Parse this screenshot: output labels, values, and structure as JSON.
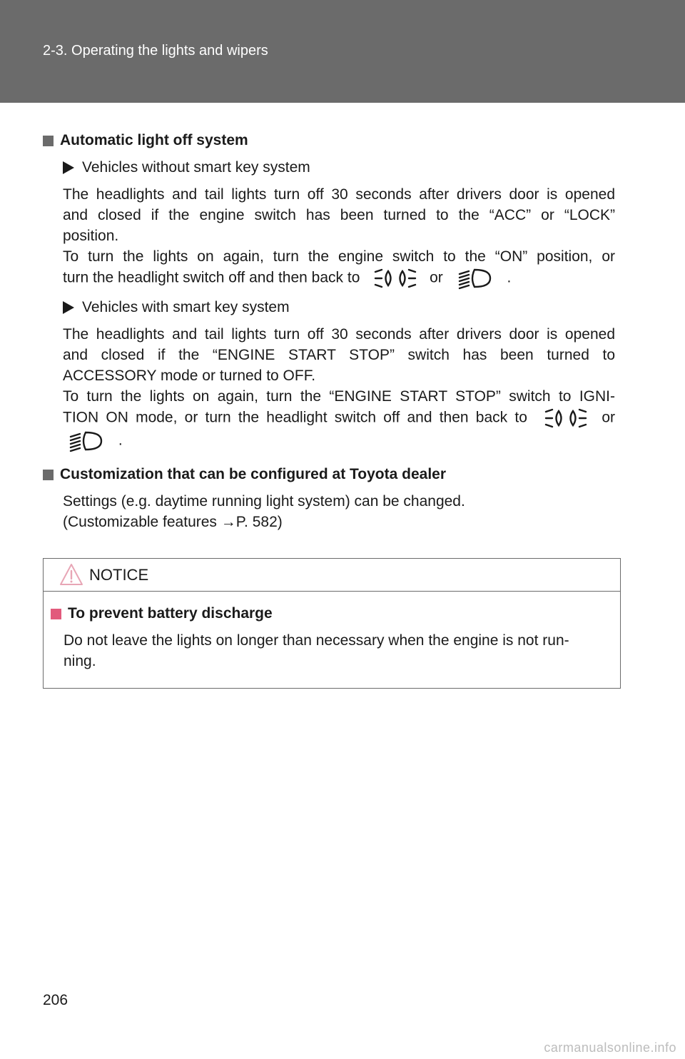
{
  "header": {
    "title": "2-3. Operating the lights and wipers"
  },
  "section1": {
    "heading": "Automatic light off system",
    "sub1": {
      "label": "Vehicles without smart key system",
      "lines": [
        "The headlights and tail lights turn off 30 seconds after drivers door is opened",
        "and closed if the engine switch has been turned to the “ACC” or “LOCK”",
        "position.",
        "To turn the lights on again, turn the engine switch to the “ON” position, or"
      ],
      "line5_start": "turn the headlight switch off and then back to",
      "or": "or",
      "end": "."
    },
    "sub2": {
      "label": "Vehicles with smart key system",
      "lines": [
        "The headlights and tail lights turn off 30 seconds after drivers door is opened",
        "and closed if the “ENGINE START STOP” switch has been turned to",
        "ACCESSORY mode or turned to OFF.",
        "To turn the lights on again, turn the “ENGINE START STOP” switch to IGNI-"
      ],
      "line5_start": "TION ON mode, or turn the headlight switch off and then back to",
      "or": "or",
      "end": "."
    }
  },
  "section2": {
    "heading": "Customization that can be configured at Toyota dealer",
    "line1": "Settings (e.g. daytime running light system) can be changed.",
    "line2": "(Customizable features →P. 582)"
  },
  "notice": {
    "title": "NOTICE",
    "heading": "To prevent battery discharge",
    "line1": "Do not leave the lights on longer than necessary when the engine is not run-",
    "line2": "ning."
  },
  "footer": {
    "page_number": "206",
    "watermark": "carmanualsonline.info"
  },
  "icons": {
    "tail": "tail-lights-icon",
    "head": "headlights-icon",
    "warning": "warning-triangle-icon"
  },
  "colors": {
    "header_bg": "#6b6b6b",
    "notice_bullet": "#e25a7c"
  }
}
